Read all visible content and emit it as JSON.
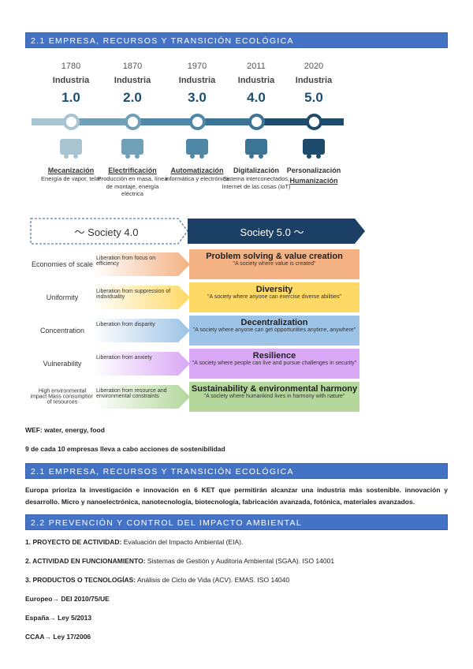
{
  "section1": {
    "title": "2.1 EMPRESA, RECURSOS Y TRANSICIÓN ECOLÓGICA"
  },
  "timeline": [
    {
      "year": "1780",
      "label": "Industria",
      "version": "1.0",
      "heading": "Mecanización",
      "desc": "Energía de vapor, telar",
      "icon": "steam-train-icon",
      "color": "#a9c5d2"
    },
    {
      "year": "1870",
      "label": "Industria",
      "version": "2.0",
      "heading": "Electrificación",
      "desc": "Producción en masa, línea de montaje, energía eléctrica",
      "icon": "power-plant-icon",
      "color": "#6fa0b8"
    },
    {
      "year": "1970",
      "label": "Industria",
      "version": "3.0",
      "heading": "Automatización",
      "desc": "informática y electrónica",
      "icon": "robot-arm-icon",
      "color": "#4f88a6"
    },
    {
      "year": "2011",
      "label": "Industria",
      "version": "4.0",
      "heading": "Digitalización",
      "desc": "Sistema interconectados, Internet de las cosas (IoT)",
      "icon": "monitor-gears-icon",
      "color": "#3b7494"
    },
    {
      "year": "2020",
      "label": "Industria",
      "version": "5.0",
      "heading": "Personalización",
      "heading2": "Humanización",
      "icon": "people-group-icon",
      "color": "#1e4b6b"
    }
  ],
  "society": {
    "left": "〜 Society 4.0",
    "right": "Society 5.0 〜",
    "rows": [
      {
        "from": "Economies of scale",
        "liberation": "Liberation from focus on efficiency",
        "title": "Problem solving & value creation",
        "quote": "\"A society where value is created\"",
        "color": "#f4b183"
      },
      {
        "from": "Uniformity",
        "liberation": "Liberation from suppression of individuality",
        "title": "Diversity",
        "quote": "\"A society where anyone can exercise diverse abilities\"",
        "color": "#ffd966"
      },
      {
        "from": "Concentration",
        "liberation": "Liberation from disparity",
        "title": "Decentralization",
        "quote": "\"A society where anyone can get opportunities anytime, anywhere\"",
        "color": "#9dc3e6"
      },
      {
        "from": "Vulnerability",
        "liberation": "Liberation from anxiety",
        "title": "Resilience",
        "quote": "\"A society where people can live and pursue challenges in security\"",
        "color": "#d9a8f5"
      },
      {
        "from": "High environmental impact Mass consumption of resources",
        "liberation": "Liberation from resource and environmental constraints",
        "title": "Sustainability & environmental harmony",
        "quote": "\"A society where humankind lives in harmony with nature\"",
        "color": "#b4d79c"
      }
    ]
  },
  "notes": {
    "wef": "WEF: water, energy, food",
    "empresas": "9 de cada 10 empresas lleva a cabo acciones de sostenibilidad"
  },
  "section2": {
    "title": "2.1 EMPRESA, RECURSOS Y TRANSICIÓN ECOLÓGICA",
    "text": "Europa prioriza la investigación e innovación en 6 KET que permitirán alcanzar una industria más sostenible. innovación y desarrollo. Micro y nanoelectrónica, nanotecnología, biotecnología, fabricación avanzada, fotónica, materiales avanzados."
  },
  "section3": {
    "title": "2.2 PREVENCIÓN Y CONTROL DEL IMPACTO AMBIENTAL",
    "items": [
      {
        "label": "1. PROYECTO DE ACTIVIDAD:",
        "text": " Evaluación del Impacto Ambiental (EIA)."
      },
      {
        "label": "2. ACTIVIDAD EN FUNCIONAMIENTO:",
        "text": " Sistemas de Gestión y Auditoria Ambiental (SGAA). ISO 14001"
      },
      {
        "label": "3. PRODUCTOS O TECNOLOGÍAS:",
        "text": " Análisis de Ciclo de Vida (ACV). EMAS. ISO 14040"
      },
      {
        "label": "Europeo",
        "text": "→ DEI 2010/75/UE"
      },
      {
        "label": "España",
        "text": "→ Ley 5/2013"
      },
      {
        "label": "CCAA",
        "text": "→ Ley 17/2006"
      }
    ]
  }
}
